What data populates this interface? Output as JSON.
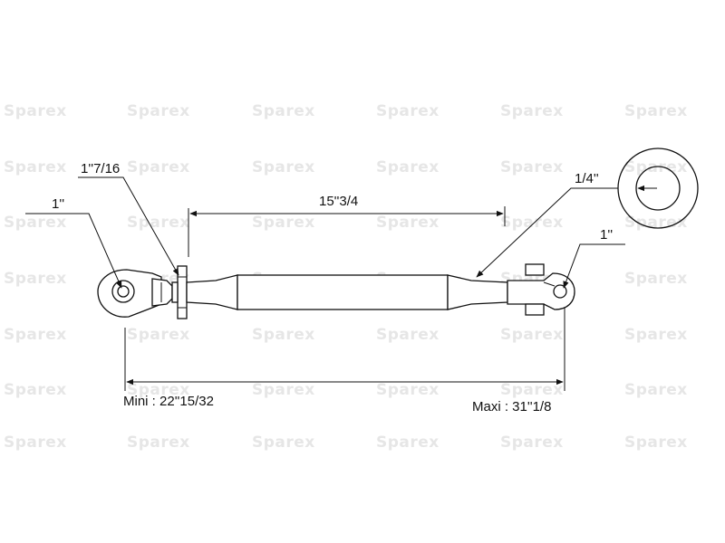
{
  "watermark": {
    "text": "Sparex",
    "color": "#e6e6e6"
  },
  "dimensions": {
    "bore_left": "1''",
    "collar": "1''7/16",
    "thread_length": "15''3/4",
    "pin_hole": "1/4''",
    "bore_right": "1''",
    "min_length": "Mini : 22''15/32",
    "max_length": "Maxi : 31''1/8"
  },
  "colors": {
    "line": "#111111",
    "background": "#ffffff"
  }
}
